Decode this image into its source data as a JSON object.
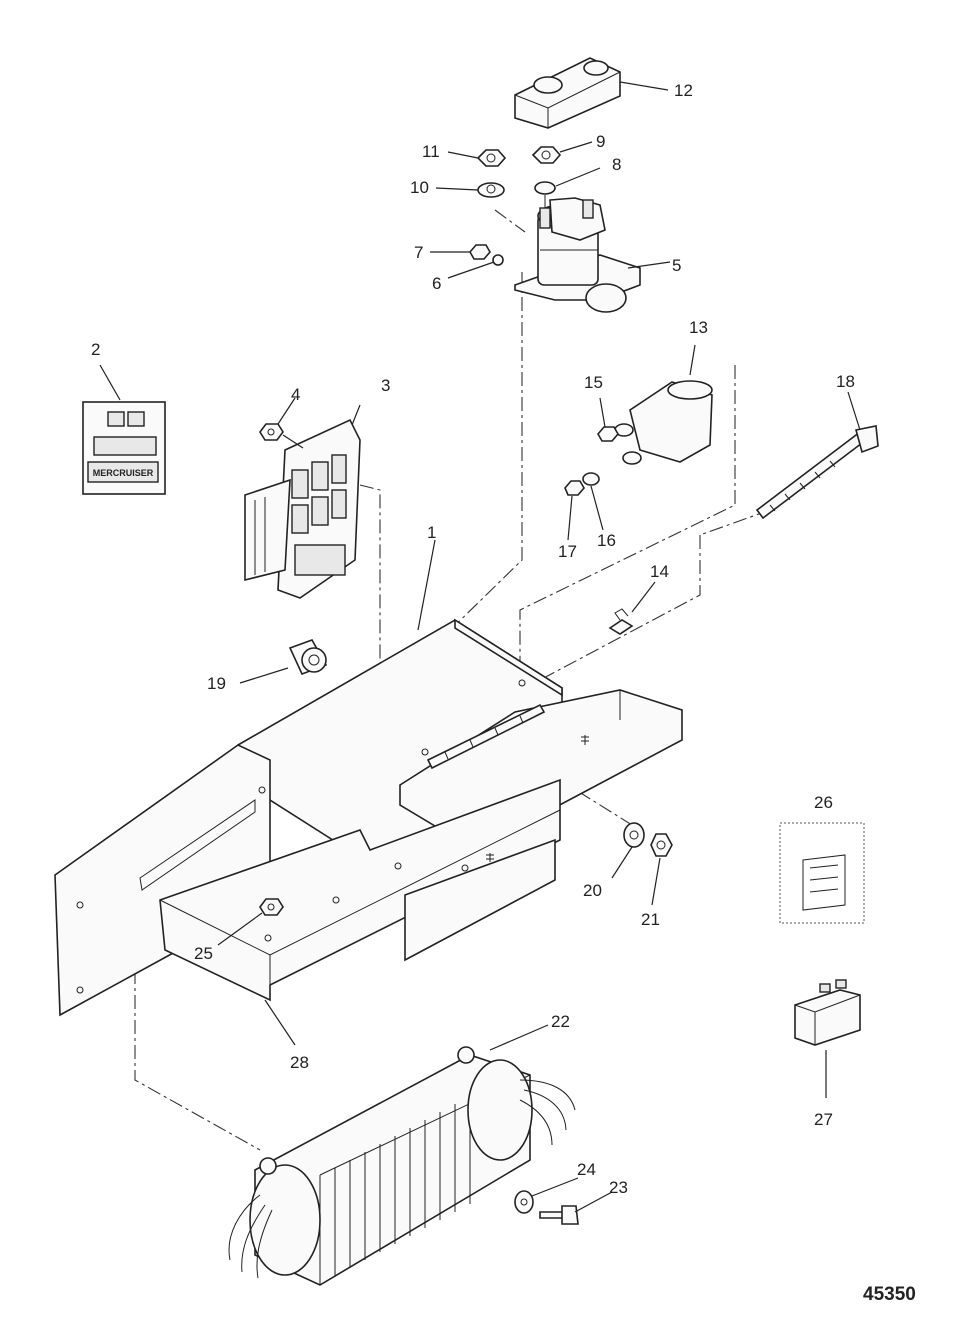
{
  "callouts": [
    "1",
    "2",
    "3",
    "4",
    "5",
    "6",
    "7",
    "8",
    "9",
    "10",
    "11",
    "12",
    "13",
    "14",
    "15",
    "16",
    "17",
    "18",
    "19",
    "20",
    "21",
    "22",
    "23",
    "24",
    "25",
    "26",
    "27",
    "28"
  ],
  "figure_number": "45350",
  "label_2_text": "MERCRUISER"
}
